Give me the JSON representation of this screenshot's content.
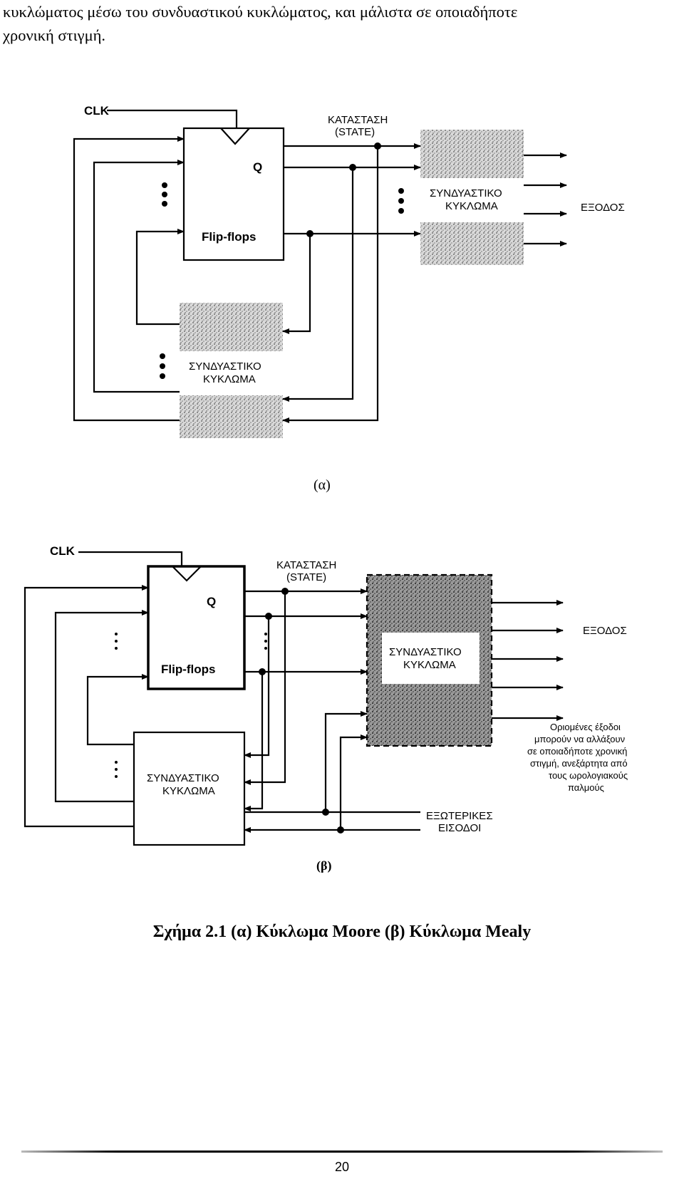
{
  "intro": {
    "line1": "κυκλώματος μέσω του συνδυαστικού κυκλώματος, και μάλιστα σε οποιαδήποτε",
    "line2": "χρονική στιγμή."
  },
  "figure_a": {
    "clk": "CLK",
    "state_line1": "ΚΑΤΑΣΤΑΣΗ",
    "state_line2": "(STATE)",
    "q": "Q",
    "flipflops": "Flip-flops",
    "comb_top_line1": "ΣΥΝΔΥΑΣΤΙΚΟ",
    "comb_top_line2": "ΚΥΚΛΩΜΑ",
    "comb_bottom_line1": "ΣΥΝΔΥΑΣΤΙΚΟ",
    "comb_bottom_line2": "ΚΥΚΛΩΜΑ",
    "outputs": "ΕΞΟΔΟΣ",
    "caption": "(α)"
  },
  "figure_b": {
    "clk": "CLK",
    "state_line1": "ΚΑΤΑΣΤΑΣΗ",
    "state_line2": "(STATE)",
    "q": "Q",
    "flipflops": "Flip-flops",
    "comb_right_line1": "ΣΥΝΔΥΑΣΤΙΚΟ",
    "comb_right_line2": "ΚΥΚΛΩΜΑ",
    "comb_left_line1": "ΣΥΝΔΥΑΣΤΙΚΟ",
    "comb_left_line2": "ΚΥΚΛΩΜΑ",
    "outputs": "ΕΞΟΔΟΣ",
    "note_line1": "Οριομένες έξοδοι",
    "note_line2": "μπορούν να αλλάξουν",
    "note_line3": "σε οποιαδήποτε χρονική",
    "note_line4": "στιγμή, ανεξάρτητα από",
    "note_line5": "τους ωρολογιακούς",
    "note_line6": "παλμούς",
    "ext_line1": "ΕΞΩΤΕΡΙΚΕΣ",
    "ext_line2": "ΕΙΣΟΔΟΙ",
    "caption": "(β)"
  },
  "figure_caption": "Σχήμα 2.1 (α) Κύκλωμα Moore (β) Κύκλωμα Mealy",
  "page_number": "20"
}
